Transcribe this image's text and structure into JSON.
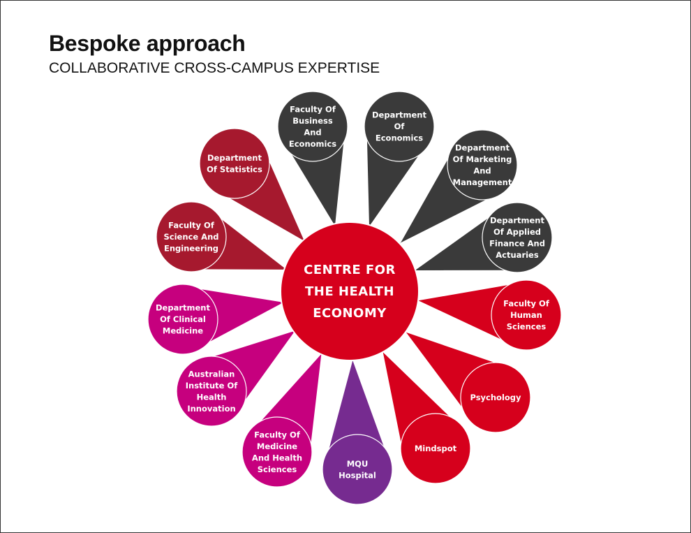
{
  "header": {
    "title": "Bespoke approach",
    "subtitle": "COLLABORATIVE CROSS-CAMPUS EXPERTISE"
  },
  "colors": {
    "dark": "#3a3a3a",
    "maroon": "#a6192e",
    "magenta": "#c6007e",
    "purple": "#80225f",
    "violet": "#762b90",
    "red": "#d6001c",
    "center": "#d6001c"
  },
  "center": {
    "lines": [
      "CENTRE FOR",
      "THE HEALTH",
      "ECONOMY"
    ]
  },
  "petals": [
    {
      "key": "faculty-business-economics",
      "lines": [
        "Faculty Of",
        "Business",
        "And",
        "Economics"
      ],
      "color": "#3a3a3a"
    },
    {
      "key": "department-economics",
      "lines": [
        "Department",
        "Of",
        "Economics"
      ],
      "color": "#3a3a3a"
    },
    {
      "key": "department-marketing-management",
      "lines": [
        "Department",
        "Of Marketing",
        "And",
        "Management"
      ],
      "color": "#3a3a3a"
    },
    {
      "key": "department-applied-finance",
      "lines": [
        "Department",
        "Of Applied",
        "Finance And",
        "Actuaries"
      ],
      "color": "#3a3a3a"
    },
    {
      "key": "faculty-human-sciences",
      "lines": [
        "Faculty Of",
        "Human",
        "Sciences"
      ],
      "color": "#d6001c"
    },
    {
      "key": "psychology",
      "lines": [
        "Psychology"
      ],
      "color": "#d6001c"
    },
    {
      "key": "mindspot",
      "lines": [
        "Mindspot"
      ],
      "color": "#d6001c"
    },
    {
      "key": "mqu-hospital",
      "lines": [
        "MQU",
        "Hospital"
      ],
      "color": "#762b90"
    },
    {
      "key": "faculty-medicine-health",
      "lines": [
        "Faculty Of",
        "Medicine",
        "And Health",
        "Sciences"
      ],
      "color": "#c6007e"
    },
    {
      "key": "australian-institute-health-innovation",
      "lines": [
        "Australian",
        "Institute Of",
        "Health",
        "Innovation"
      ],
      "color": "#c6007e"
    },
    {
      "key": "department-clinical-medicine",
      "lines": [
        "Department",
        "Of Clinical",
        "Medicine"
      ],
      "color": "#c6007e"
    },
    {
      "key": "faculty-science-engineering",
      "lines": [
        "Faculty Of",
        "Science And",
        "Engineering"
      ],
      "color": "#a6192e"
    },
    {
      "key": "department-statistics",
      "lines": [
        "Department",
        "Of Statistics"
      ],
      "color": "#a6192e"
    }
  ]
}
